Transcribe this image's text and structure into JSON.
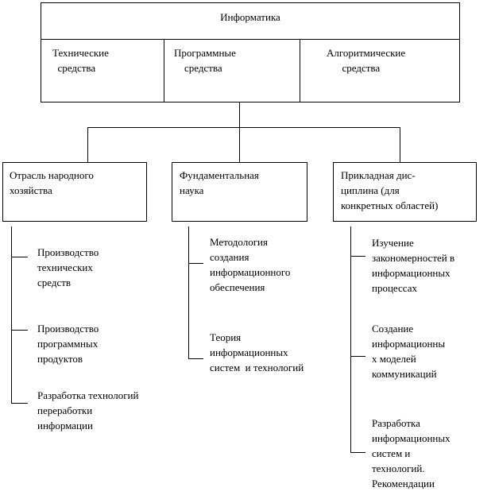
{
  "top": {
    "title": "Информатика",
    "columns": [
      "Технические\n  средства",
      "Программные\n    средства",
      "Алгоритмические\n      средства"
    ]
  },
  "branches": [
    {
      "title": "Отрасль народного\nхозяйства",
      "items": [
        "Производство\nтехнических\nсредств",
        "Производство\nпрограммных\nпродуктов",
        "Разработка технологий\nпереработки\nинформации"
      ]
    },
    {
      "title": "Фундаментальная\nнаука",
      "items": [
        "Методология\nсоздания\nинформационного\nобеспечения",
        "Теория\nинформационных\nсистем  и технологий"
      ]
    },
    {
      "title": "Прикладная дис-\nциплина (для\nконкретных областей)",
      "items": [
        "Изучение\nзакономерностей в\nинформационных\nпроцессах",
        "Создание\nинформационны\nх моделей\nкоммуникаций",
        "Разработка\nинформационных\nсистем и\nтехнологий.\nРекомендации"
      ]
    }
  ]
}
